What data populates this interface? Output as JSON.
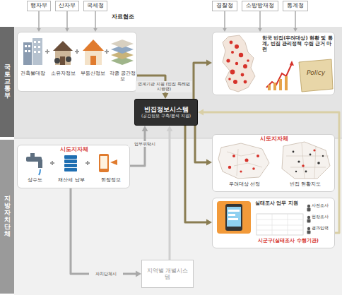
{
  "diagram": {
    "nodes": [
      {
        "text": [
          "행자부"
        ]
      },
      {
        "text": [
          "산자부"
        ]
      },
      {
        "text": [
          "국세청"
        ]
      },
      {
        "text": [
          "경찰청"
        ]
      },
      {
        "text": [
          "소방방재청"
        ]
      },
      {
        "text": [
          "통계청"
        ]
      },
      {
        "text": [
          "국토교통부"
        ]
      },
      {
        "text": [
          "지방자치단체"
        ]
      },
      {
        "text": [
          "건축물대장",
          "소유자정보",
          "부동산정보",
          "각종 공간정보"
        ]
      },
      {
        "text": [
          "빈집정보시스템",
          "(공간정보 구축/분석 지원)"
        ]
      },
      {
        "text": [
          "한국 빈집(우려대상) 현황 및 통계, 빈집 관리정책 수립 근거 마련",
          "Policy"
        ]
      },
      {
        "text": [
          "시도지자체",
          "상수도",
          "재산세 납부",
          "현장정보"
        ]
      },
      {
        "text": [
          "시도지자체",
          "우려대상 선정",
          "빈집 현황지도"
        ]
      },
      {
        "text": [
          "실태조사 업무 지원",
          "사전조사",
          "현장조사",
          "결과입력",
          "시군구(실태조사 수행기관)"
        ]
      },
      {
        "text": [
          "지역별 개별시스템"
        ]
      }
    ],
    "edges": [
      {
        "from": 0,
        "to": 8,
        "arrow": "to"
      },
      {
        "from": 1,
        "to": 8,
        "arrow": "to"
      },
      {
        "from": 2,
        "to": 8,
        "arrow": "to"
      },
      {
        "from": 3,
        "to": 10,
        "arrow": "to"
      },
      {
        "from": 4,
        "to": 10,
        "arrow": "to"
      },
      {
        "from": 5,
        "to": 10,
        "arrow": "to"
      },
      {
        "from": 8,
        "to": 9,
        "label": "연계기관 지원 (빈집 특례법 시행령)",
        "arrow": "to"
      },
      {
        "from": 9,
        "to": 10,
        "arrow": "to"
      },
      {
        "from": 9,
        "to": 12,
        "arrow": "to"
      },
      {
        "from": 9,
        "to": 13,
        "arrow": "to"
      },
      {
        "from": 13,
        "to": 9,
        "arrow": "to"
      },
      {
        "from": 11,
        "to": 9,
        "label": "업무위탁시",
        "arrow": "to"
      },
      {
        "from": 14,
        "to": 9,
        "arrow": "to"
      },
      {
        "from": 11,
        "to": 14,
        "label": "자치단체시",
        "arrow": "to"
      }
    ],
    "labels": [
      "자료협조"
    ]
  }
}
